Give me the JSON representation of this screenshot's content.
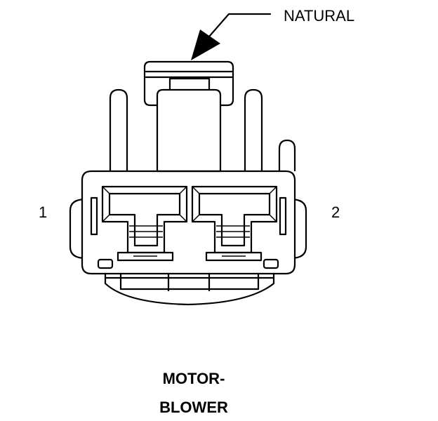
{
  "callout": {
    "label": "NATURAL"
  },
  "pins": [
    {
      "label": "1"
    },
    {
      "label": "2"
    }
  ],
  "title": {
    "line1": "MOTOR-",
    "line2": "BLOWER"
  },
  "colors": {
    "ink": "#000000",
    "background": "#ffffff"
  }
}
